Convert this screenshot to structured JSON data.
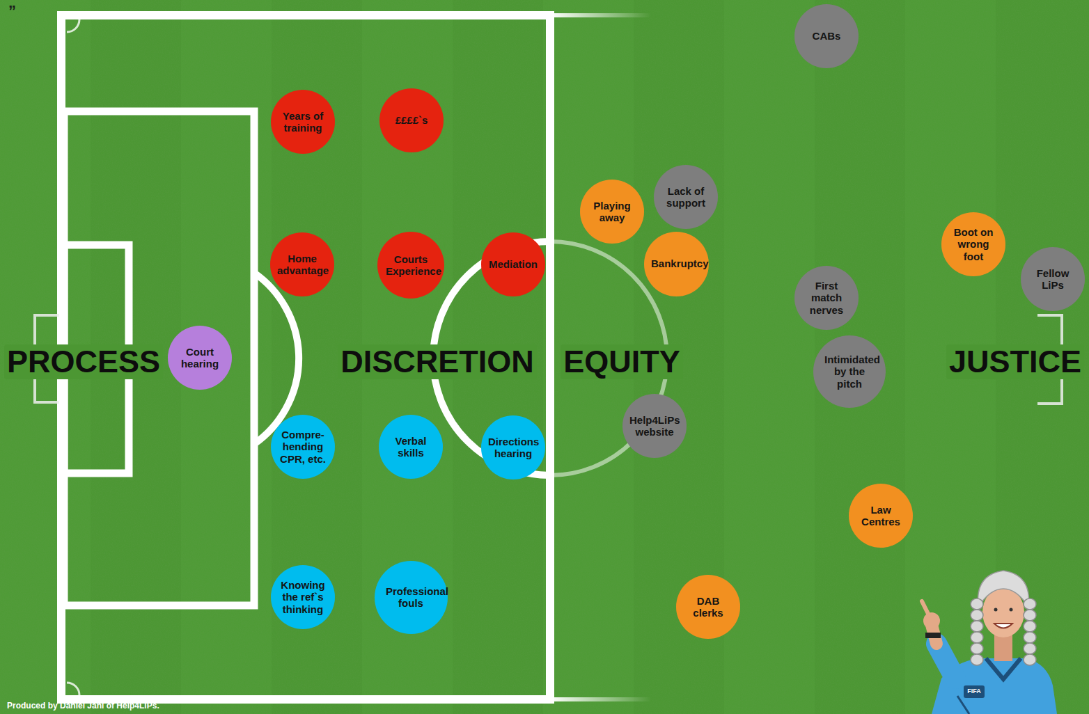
{
  "diagram": {
    "nodes": [
      {
        "text": [
          "Years of training"
        ]
      },
      {
        "text": [
          "££££`s"
        ]
      },
      {
        "text": [
          "Home advantage"
        ]
      },
      {
        "text": [
          "Courts Experience"
        ]
      },
      {
        "text": [
          "Mediation"
        ]
      },
      {
        "text": [
          "Court hearing"
        ]
      },
      {
        "text": [
          "Compre- hending CPR, etc."
        ]
      },
      {
        "text": [
          "Verbal skills"
        ]
      },
      {
        "text": [
          "Directions hearing"
        ]
      },
      {
        "text": [
          "Knowing the ref`s thinking"
        ]
      },
      {
        "text": [
          "Professional fouls"
        ]
      },
      {
        "text": [
          "CABs"
        ]
      },
      {
        "text": [
          "Lack of support"
        ]
      },
      {
        "text": [
          "Playing away"
        ]
      },
      {
        "text": [
          "Bankruptcy"
        ]
      },
      {
        "text": [
          "First match nerves"
        ]
      },
      {
        "text": [
          "Boot on wrong foot"
        ]
      },
      {
        "text": [
          "Fellow LiPs"
        ]
      },
      {
        "text": [
          "Intimidated by the pitch"
        ]
      },
      {
        "text": [
          "Help4LiPs website"
        ]
      },
      {
        "text": [
          "Law Centres"
        ]
      },
      {
        "text": [
          "DAB clerks"
        ]
      }
    ],
    "labels": [
      "”",
      "PROCESS",
      "DISCRETION",
      "EQUITY",
      "JUSTICE",
      "FIFA",
      "Produced by Daniel Jani of Help4LiPs."
    ]
  }
}
